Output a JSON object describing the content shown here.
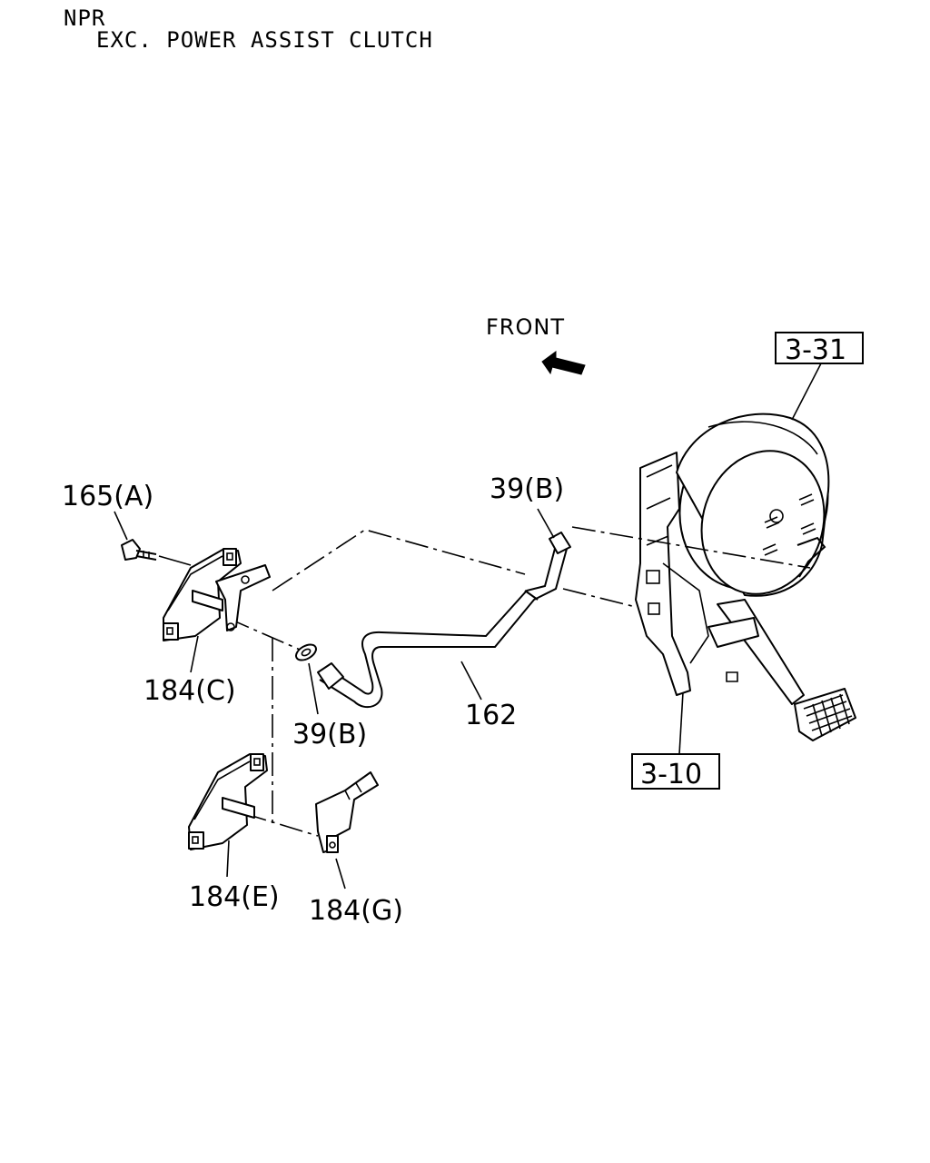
{
  "header": {
    "model": "NPR",
    "subtitle": "EXC. POWER ASSIST CLUTCH"
  },
  "direction": {
    "label": "FRONT",
    "icon": "arrow-up-left-icon"
  },
  "callouts": {
    "ref_3_31": "3-31",
    "ref_3_10": "3-10",
    "part_165A": "165(A)",
    "part_39B_top": "39(B)",
    "part_39B_bottom": "39(B)",
    "part_184C": "184(C)",
    "part_184E": "184(E)",
    "part_184G": "184(G)",
    "part_162": "162"
  }
}
